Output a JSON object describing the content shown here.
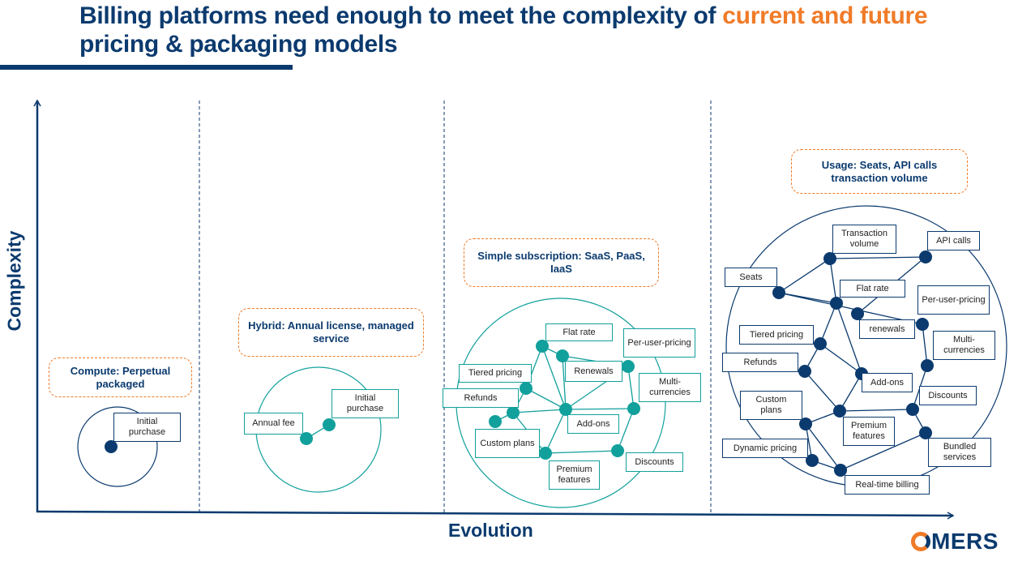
{
  "title": {
    "part1": "Billing platforms need enough to meet the complexity of ",
    "highlight": "current and future",
    "part2": " pricing & packaging models"
  },
  "axes": {
    "y_label": "Complexity",
    "x_label": "Evolution"
  },
  "colors": {
    "navy": "#0b3a6e",
    "orange": "#f07b28",
    "teal": "#12a09c"
  },
  "phases": [
    {
      "title": "Compute: Perpetual packaged",
      "color": "navy",
      "nodes": [
        "Initial purchase"
      ],
      "edges": []
    },
    {
      "title": "Hybrid: Annual license, managed service",
      "color": "teal",
      "nodes": [
        "Annual fee",
        "Initial purchase"
      ],
      "edges": [
        [
          "Annual fee",
          "Initial purchase"
        ]
      ]
    },
    {
      "title": "Simple subscription: SaaS, PaaS, IaaS",
      "color": "teal",
      "nodes": [
        "Flat rate",
        "Per-user-pricing",
        "Tiered pricing",
        "Renewals",
        "Refunds",
        "Multi-currencies",
        "Add-ons",
        "Custom plans",
        "Discounts",
        "Premium features"
      ],
      "edges": [
        [
          "Flat rate",
          "Renewals"
        ],
        [
          "Flat rate",
          "Tiered pricing"
        ],
        [
          "Flat rate",
          "Add-ons"
        ],
        [
          "Renewals",
          "Per-user-pricing"
        ],
        [
          "Renewals",
          "Add-ons"
        ],
        [
          "Per-user-pricing",
          "Add-ons"
        ],
        [
          "Per-user-pricing",
          "Multi-currencies"
        ],
        [
          "Tiered pricing",
          "Refunds"
        ],
        [
          "Tiered pricing",
          "Add-ons"
        ],
        [
          "Refunds",
          "Custom plans"
        ],
        [
          "Refunds",
          "Add-ons"
        ],
        [
          "Refunds",
          "Premium features"
        ],
        [
          "Add-ons",
          "Multi-currencies"
        ],
        [
          "Add-ons",
          "Premium features"
        ],
        [
          "Multi-currencies",
          "Discounts"
        ],
        [
          "Premium features",
          "Discounts"
        ]
      ]
    },
    {
      "title": "Usage: Seats, API calls transaction volume",
      "color": "navy",
      "nodes": [
        "Transaction volume",
        "API calls",
        "Seats",
        "Flat rate",
        "Per-user-pricing",
        "renewals",
        "Tiered pricing",
        "Multi-currencies",
        "Refunds",
        "Add-ons",
        "Discounts",
        "Custom plans",
        "Premium features",
        "Dynamic pricing",
        "Bundled services",
        "Real-time billing"
      ],
      "edges": [
        [
          "Transaction volume",
          "API calls"
        ],
        [
          "Transaction volume",
          "Seats"
        ],
        [
          "Transaction volume",
          "Flat rate"
        ],
        [
          "API calls",
          "renewals"
        ],
        [
          "Seats",
          "Flat rate"
        ],
        [
          "Seats",
          "Per-user-pricing"
        ],
        [
          "Flat rate",
          "Tiered pricing"
        ],
        [
          "Flat rate",
          "Add-ons"
        ],
        [
          "Per-user-pricing",
          "Multi-currencies"
        ],
        [
          "Tiered pricing",
          "Refunds"
        ],
        [
          "Tiered pricing",
          "Add-ons"
        ],
        [
          "Refunds",
          "Premium features"
        ],
        [
          "Add-ons",
          "Premium features"
        ],
        [
          "Multi-currencies",
          "Discounts"
        ],
        [
          "Premium features",
          "Discounts"
        ],
        [
          "Premium features",
          "Custom plans"
        ],
        [
          "Custom plans",
          "Dynamic pricing"
        ],
        [
          "Custom plans",
          "Real-time billing"
        ],
        [
          "Dynamic pricing",
          "Real-time billing"
        ],
        [
          "Discounts",
          "Bundled services"
        ],
        [
          "Bundled services",
          "Real-time billing"
        ]
      ]
    }
  ],
  "logo": {
    "text": "MERS",
    "full": "OMERS"
  }
}
